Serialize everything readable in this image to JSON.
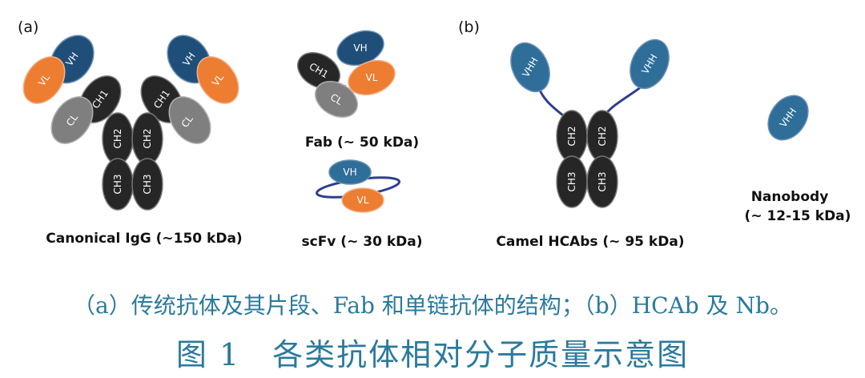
{
  "panels": {
    "a": "(a)",
    "b": "(b)"
  },
  "domains": {
    "vh": "VH",
    "vl": "VL",
    "ch1": "CH1",
    "cl": "CL",
    "ch2": "CH2",
    "ch3": "CH3",
    "vhh": "VHH"
  },
  "labels": {
    "igg": "Canonical IgG (~150 kDa)",
    "fab": "Fab (~ 50 kDa)",
    "scfv": "scFv (~ 30 kDa)",
    "hcab": "Camel HCAbs (~ 95 kDa)",
    "nanobody_line1": "Nanobody",
    "nanobody_line2": "(~ 12-15 kDa)"
  },
  "caption": "（a）传统抗体及其片段、Fab 和单链抗体的结构；（b）HCAb 及 Nb。",
  "figure_title": "图 1　各类抗体相对分子质量示意图",
  "colors": {
    "variable_heavy": "#1f4e79",
    "variable_light": "#ed7d31",
    "constant_dark": "#262626",
    "constant_light": "#7f7f7f",
    "vhh": "#2e6e99",
    "linker": "#2f3f8f",
    "disulfide": "#8b2a1a",
    "caption": "#2a7a9c"
  }
}
